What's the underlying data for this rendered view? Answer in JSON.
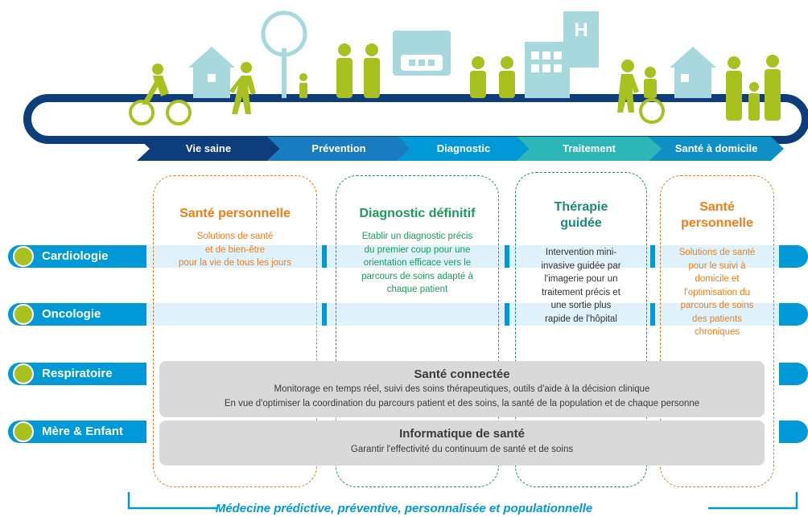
{
  "stages": [
    "Vie saine",
    "Prévention",
    "Diagnostic",
    "Traitement",
    "Santé à domicile"
  ],
  "rows": [
    {
      "label": "Cardiologie",
      "icon": "heart-icon"
    },
    {
      "label": "Oncologie",
      "icon": "cells-icon"
    },
    {
      "label": "Respiratoire",
      "icon": "lungs-icon"
    },
    {
      "label": "Mère & Enfant",
      "icon": "baby-icon"
    }
  ],
  "columns": [
    {
      "title": [
        "Santé personnelle"
      ],
      "lines": [
        "Solutions de santé",
        "et de bien-être",
        "pour la vie de tous les jours"
      ],
      "color": "#f07d1a"
    },
    {
      "title": [
        "Diagnostic définitif"
      ],
      "lines": [
        "Etablir un diagnostic précis",
        "du premier coup pour une",
        "orientation efficace vers le",
        "parcours de soins adapté à",
        "chaque patient"
      ],
      "color": "#1a9c5a"
    },
    {
      "title": [
        "Thérapie",
        "guidée"
      ],
      "lines": [
        "Intervention mini-",
        "invasive guidée par",
        "l'imagerie pour un",
        "traitement précis et",
        "une sortie plus",
        "rapide de l'hôpital"
      ],
      "color": "#1a8a7a"
    },
    {
      "title": [
        "Santé",
        "personnelle"
      ],
      "lines": [
        "Solutions de santé",
        "pour le suivi à",
        "domicile et",
        "l'optimisation du",
        "parcours de soins",
        "des patients",
        "chroniques"
      ],
      "color": "#f07d1a"
    }
  ],
  "connected": {
    "title": "Santé connectée",
    "line1": "Monitorage en temps réel, suivi des soins thérapeutiques, outils d'aide à la décision clinique",
    "line2": "En vue d'optimiser la coordination du parcours patient et des soins, la santé de la population et de chaque personne"
  },
  "it": {
    "title": "Informatique de santé",
    "line1": "Garantir l'effectivité du continuum de santé et de soins"
  },
  "footer": "Médecine prédictive, préventive, personnalisée et populationnelle",
  "colors": {
    "blue": "#0099d8",
    "dark_blue": "#0d3d7a",
    "green_figures": "#a9c11f",
    "building": "#a7d8de",
    "orange": "#f07d1a",
    "green": "#1a9c5a",
    "teal": "#1a8a7a"
  }
}
